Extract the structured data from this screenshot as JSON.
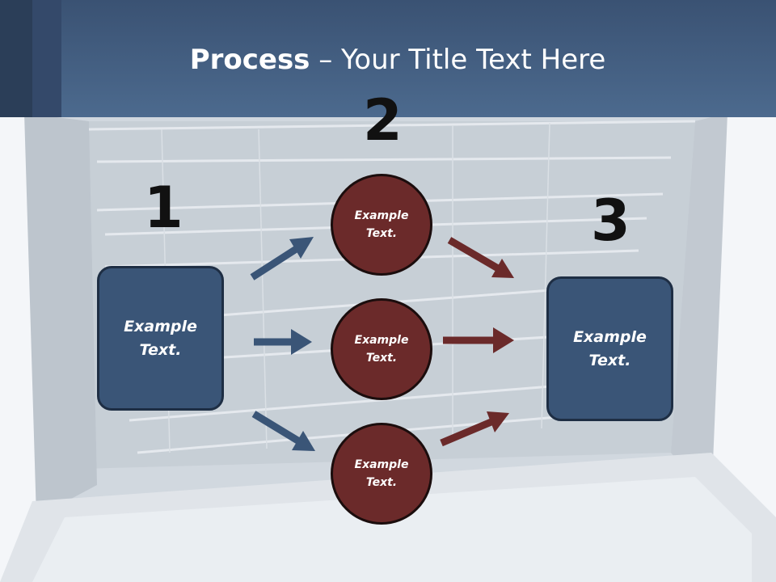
{
  "title": {
    "bold": "Process",
    "rest": " – Your Title Text Here"
  },
  "steps": {
    "one": "1",
    "two": "2",
    "three": "3"
  },
  "boxes": {
    "left": "Example\nText.",
    "right": "Example\nText."
  },
  "circles": {
    "top": "Example\nText.",
    "middle": "Example\nText.",
    "bottom": "Example\nText."
  },
  "colors": {
    "title_bar": "#4c6a8e",
    "box_fill": "#3a5577",
    "circle_fill": "#6b2a2a",
    "blue_arrow": "#3a5577",
    "red_arrow": "#6b2a2a"
  },
  "icons": {
    "left_arrows": "arrow-right-icon",
    "right_arrows": "arrow-right-icon"
  }
}
